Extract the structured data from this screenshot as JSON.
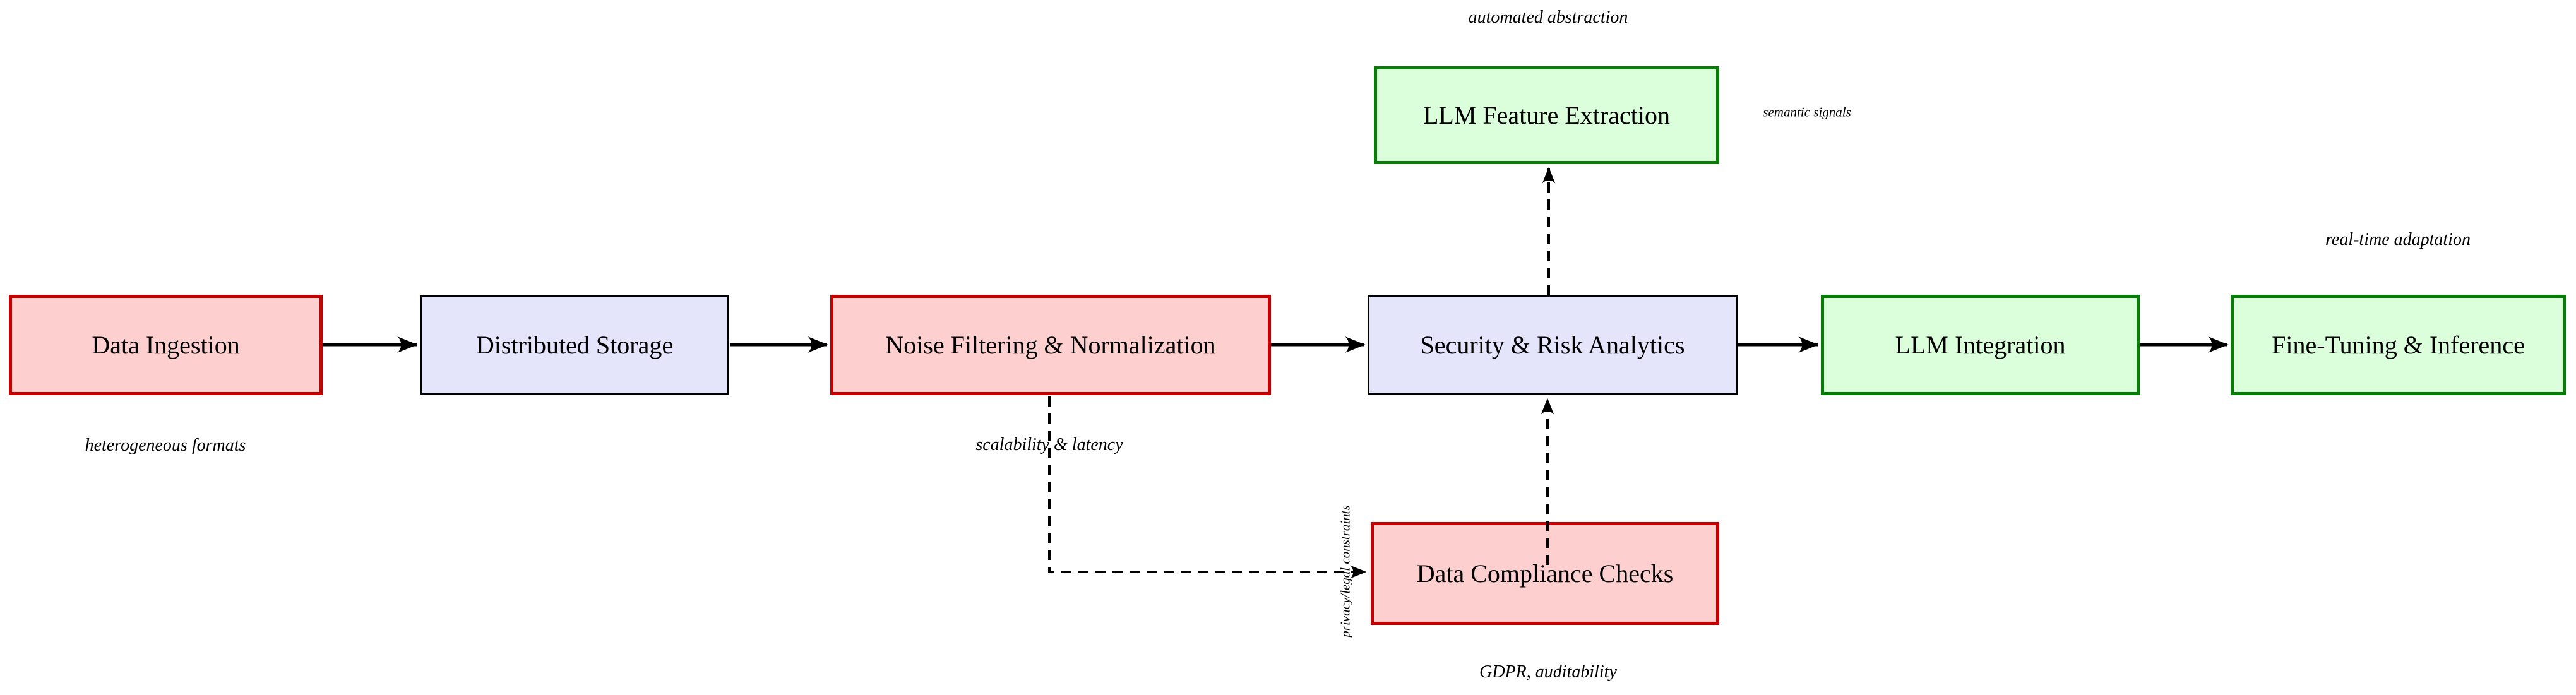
{
  "diagram": {
    "nodes": [
      {
        "label": "Data Ingestion",
        "style": "red"
      },
      {
        "label": "Distributed Storage",
        "style": "blue"
      },
      {
        "label": "Noise Filtering & Normalization",
        "style": "red"
      },
      {
        "label": "Security & Risk Analytics",
        "style": "blue"
      },
      {
        "label": "LLM Integration",
        "style": "green"
      },
      {
        "label": "Fine-Tuning & Inference",
        "style": "green"
      },
      {
        "label": "LLM Feature Extraction",
        "style": "green"
      },
      {
        "label": "Data Compliance Checks",
        "style": "red"
      }
    ],
    "annotations": [
      {
        "text": "heterogeneous formats"
      },
      {
        "text": "scalability & latency"
      },
      {
        "text": "automated abstraction"
      },
      {
        "text": "semantic signals"
      },
      {
        "text": "real-time adaptation"
      },
      {
        "text": "GDPR, auditability"
      },
      {
        "text": "privacy/legal constraints"
      }
    ],
    "edges": [
      {
        "from": "Data Ingestion",
        "to": "Distributed Storage",
        "style": "solid"
      },
      {
        "from": "Distributed Storage",
        "to": "Noise Filtering & Normalization",
        "style": "solid"
      },
      {
        "from": "Noise Filtering & Normalization",
        "to": "Security & Risk Analytics",
        "style": "solid"
      },
      {
        "from": "Security & Risk Analytics",
        "to": "LLM Integration",
        "style": "solid"
      },
      {
        "from": "LLM Integration",
        "to": "Fine-Tuning & Inference",
        "style": "solid"
      },
      {
        "from": "Security & Risk Analytics",
        "to": "LLM Feature Extraction",
        "style": "dashed"
      },
      {
        "from": "Data Compliance Checks",
        "to": "Security & Risk Analytics",
        "style": "dashed"
      },
      {
        "from": "Noise Filtering & Normalization",
        "to": "Data Compliance Checks",
        "style": "dashed-elbow"
      }
    ],
    "colors": {
      "red_border": "#c40000",
      "red_fill": "#fdcfcf",
      "green_border": "#077c07",
      "green_fill": "#dbfedb",
      "blue_border": "#000000",
      "blue_fill": "#e4e4fb",
      "arrow": "#000000",
      "background": "#ffffff"
    }
  }
}
